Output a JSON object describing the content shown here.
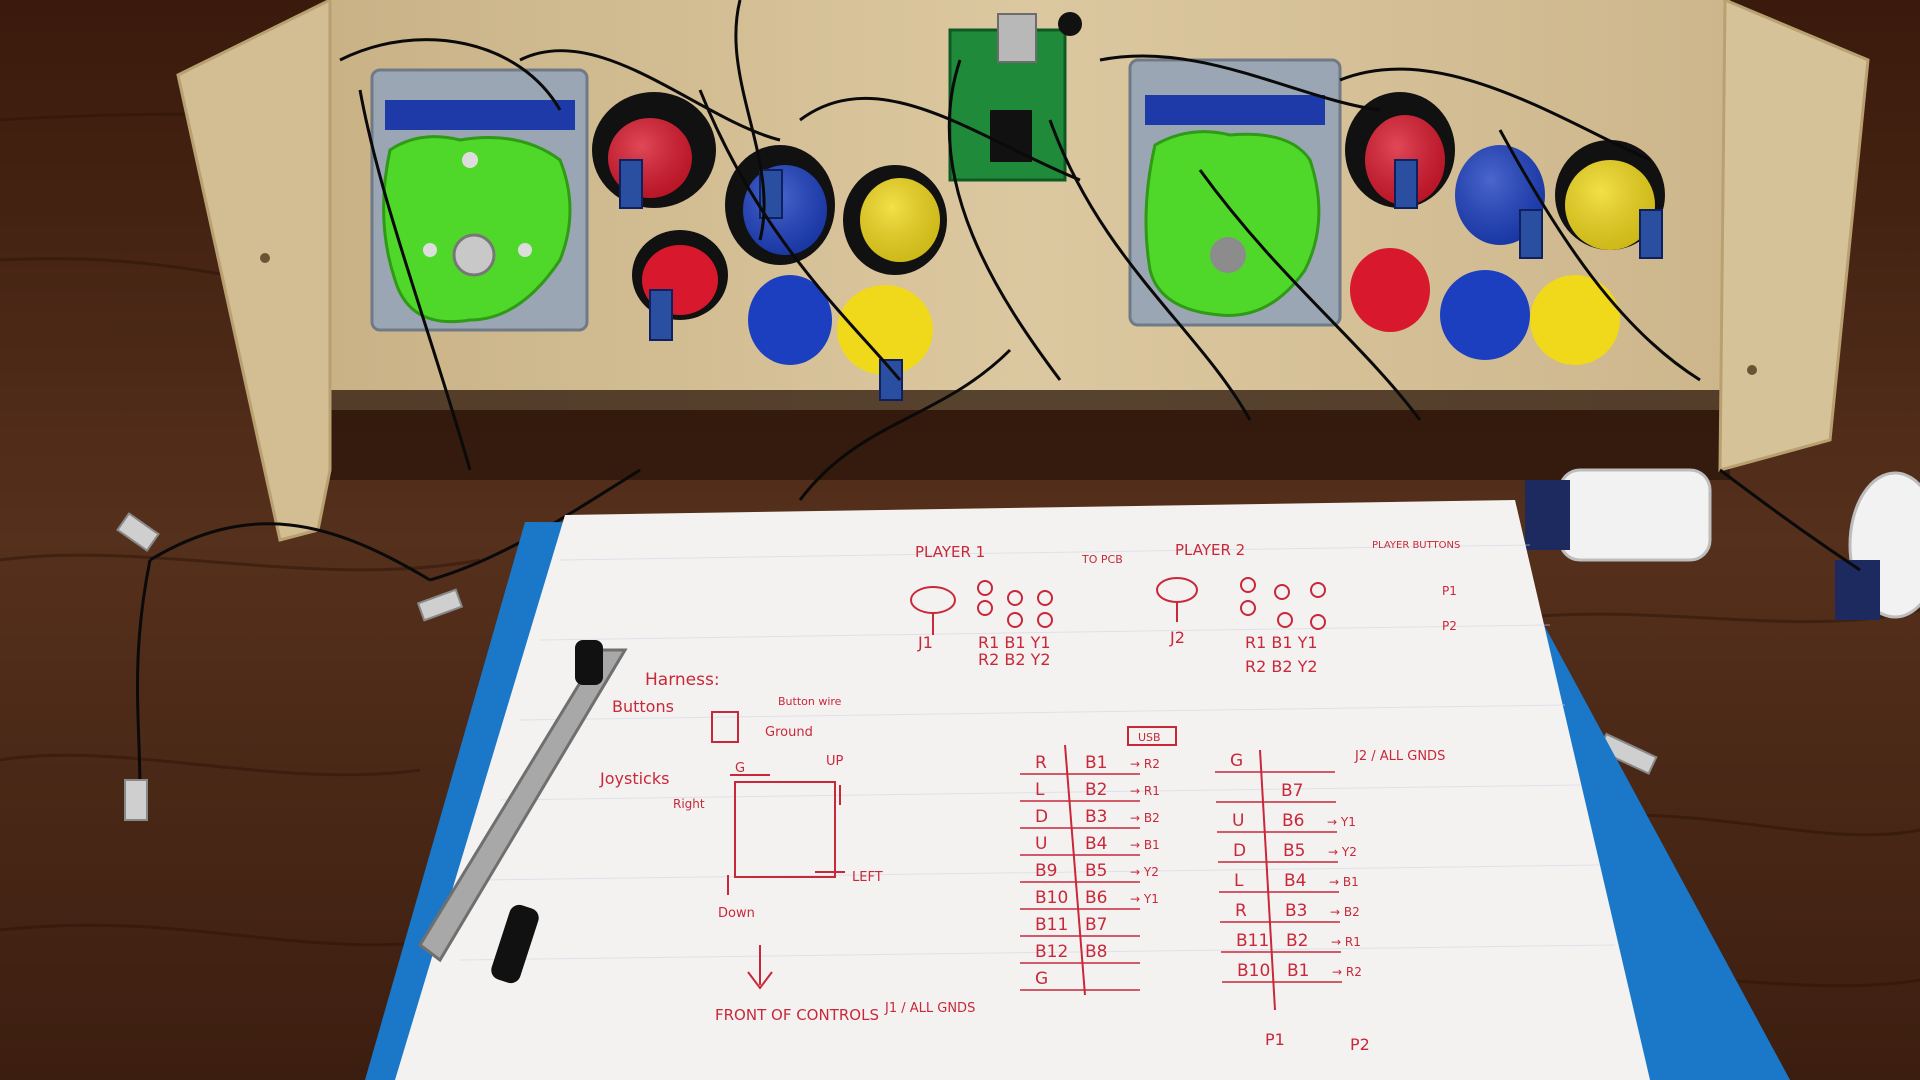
{
  "colors": {
    "table": "#4a2414",
    "wood_panel": "#d8c39a",
    "paper": "#f4f2f0",
    "ink": "#c8283a",
    "clipboard": "#1b78c8",
    "joystick_green": "#4fd82a",
    "button_red": "#d8182c",
    "button_blue": "#1c3fc0",
    "button_yellow": "#f0d81a",
    "button_white": "#f2f2f2",
    "pcb_green": "#1e8a3a"
  },
  "notes": {
    "player1": "PLAYER 1",
    "player2": "PLAYER 2",
    "to_pcb": "TO PCB",
    "player_buttons": "PLAYER BUTTONS",
    "p1_marker": "P1",
    "p2_marker": "P2",
    "j1": "J1",
    "j2": "J2",
    "p1_button_labels": [
      "R1 B1 Y1",
      "R2 B2 Y2"
    ],
    "p2_button_labels": [
      "R1 B1 Y1",
      "R2 B2 Y2"
    ],
    "harness_title": "Harness:",
    "buttons_label": "Buttons",
    "button_wire": "Button wire",
    "ground": "Ground",
    "joysticks_label": "Joysticks",
    "up": "UP",
    "right": "Right",
    "left": "LEFT",
    "down": "Down",
    "g": "G",
    "front_of_controls": "FRONT OF CONTROLS",
    "usb_box": "USB",
    "j1_all_grounds": "J1 / ALL GNDS",
    "j2_all_grounds": "J2 / ALL GNDS",
    "p1_wiring": [
      [
        "R",
        "B1",
        "R2"
      ],
      [
        "L",
        "B2",
        "R1"
      ],
      [
        "D",
        "B3",
        "B2"
      ],
      [
        "U",
        "B4",
        "B1"
      ],
      [
        "B9",
        "B5",
        "Y2"
      ],
      [
        "B10",
        "B6",
        "Y1"
      ],
      [
        "B11",
        "B7",
        ""
      ],
      [
        "B12",
        "B8",
        ""
      ],
      [
        "G",
        "",
        ""
      ]
    ],
    "p2_wiring": [
      [
        "G",
        "",
        ""
      ],
      [
        "",
        "B7",
        ""
      ],
      [
        "U",
        "B6",
        "Y1"
      ],
      [
        "D",
        "B5",
        "Y2"
      ],
      [
        "L",
        "B4",
        "B1"
      ],
      [
        "R",
        "B3",
        "B2"
      ],
      [
        "B11",
        "B2",
        "R1"
      ],
      [
        "B10",
        "B1",
        "R2"
      ]
    ],
    "p2_bottom": [
      "P1",
      "P2"
    ]
  }
}
